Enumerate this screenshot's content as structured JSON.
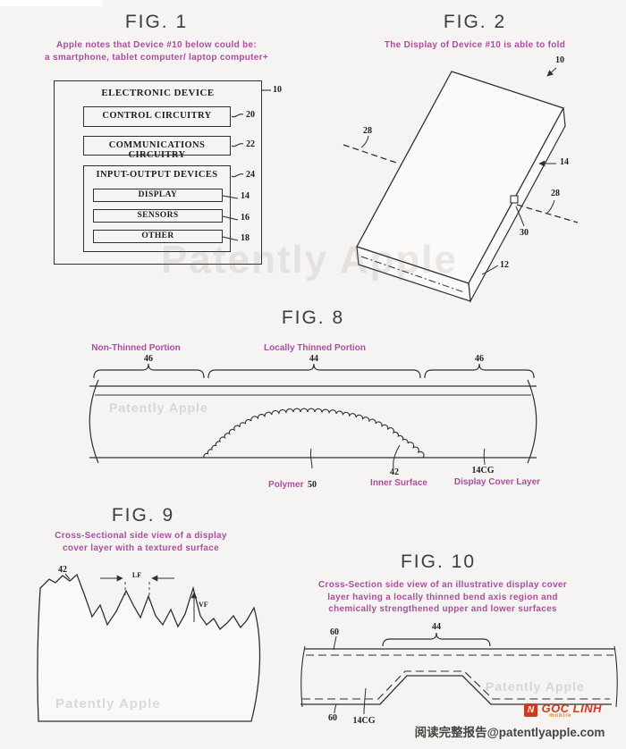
{
  "colors": {
    "purple": "#a8509f",
    "ink": "#2f2f2f",
    "red": "#ce3a1e",
    "orange": "#e8821c"
  },
  "watermark": {
    "main": "Patently Apple",
    "fig8": "Patently Apple",
    "fig9": "Patently Apple",
    "fig10": "Patently Apple"
  },
  "fig1": {
    "title": "FIG. 1",
    "caption1": "Apple notes that Device #10 below could be:",
    "caption2": "a smartphone, tablet computer/ laptop computer+",
    "device_label": "ELECTRONIC DEVICE",
    "device_ref": "10",
    "control_label": "CONTROL CIRCUITRY",
    "control_ref": "20",
    "comms_label": "COMMUNICATIONS CIRCUITRY",
    "comms_ref": "22",
    "io_label": "INPUT-OUTPUT DEVICES",
    "io_ref": "24",
    "display_label": "DISPLAY",
    "display_ref": "14",
    "sensors_label": "SENSORS",
    "sensors_ref": "16",
    "other_label": "OTHER",
    "other_ref": "18"
  },
  "fig2": {
    "title": "FIG. 2",
    "caption": "The Display of Device #10 is able to fold",
    "ref_device": "10",
    "ref_axis_left": "28",
    "ref_display": "14",
    "ref_axis_right": "28",
    "ref_hinge": "30",
    "ref_housing": "12"
  },
  "fig8": {
    "title": "FIG. 8",
    "label_non_thinned": "Non-Thinned Portion",
    "label_locally_thinned": "Locally Thinned Portion",
    "ref_left": "46",
    "ref_mid": "44",
    "ref_right": "46",
    "polymer_label": "Polymer",
    "polymer_ref": "50",
    "inner_ref": "42",
    "inner_label": "Inner Surface",
    "cover_ref": "14CG",
    "cover_label": "Display Cover Layer"
  },
  "fig9": {
    "title": "FIG. 9",
    "caption1": "Cross-Sectional side view of a display",
    "caption2": "cover layer with a textured surface",
    "ref_surface": "42",
    "ref_lf": "LF",
    "ref_vf": "VF"
  },
  "fig10": {
    "title": "FIG. 10",
    "caption1": "Cross-Section side view of an illustrative display cover",
    "caption2": "layer having a locally thinned bend axis region and",
    "caption3": "chemically strengthened upper and lower surfaces",
    "ref_top": "60",
    "ref_region": "44",
    "ref_bottom": "60",
    "ref_layer": "14CG"
  },
  "footer": {
    "logo_letter": "N",
    "logo_name": "GOC LINH",
    "logo_sub": "mobile",
    "report_text": "阅读完整报告@patentlyapple.com"
  }
}
